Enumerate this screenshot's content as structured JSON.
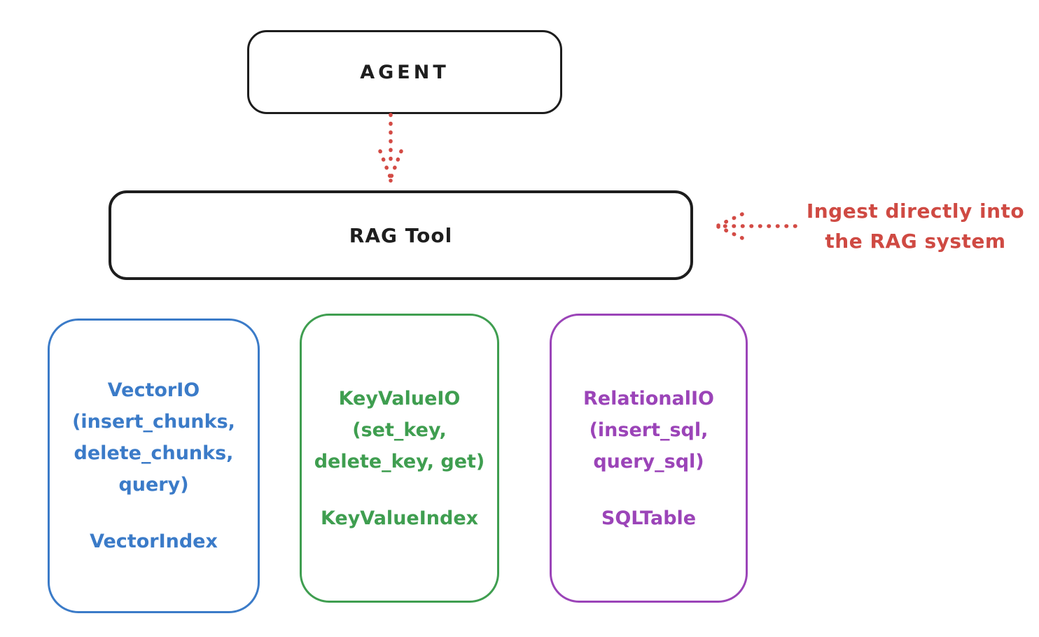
{
  "diagram": {
    "agent": {
      "label": "AGENT"
    },
    "rag_tool": {
      "label": "RAG Tool"
    },
    "annotation": {
      "lines": [
        "Ingest directly into",
        "the RAG system"
      ]
    },
    "io_boxes": [
      {
        "name": "VectorIO",
        "lines": [
          "VectorIO",
          "(insert_chunks,",
          "delete_chunks,",
          "query)"
        ],
        "index_label": "VectorIndex",
        "color": "#3b7bc8"
      },
      {
        "name": "KeyValueIO",
        "lines": [
          "KeyValueIO",
          "(set_key,",
          "delete_key, get)"
        ],
        "index_label": "KeyValueIndex",
        "color": "#3f9e50"
      },
      {
        "name": "RelationalIO",
        "lines": [
          "RelationalIO",
          "(insert_sql,",
          "query_sql)"
        ],
        "index_label": "SQLTable",
        "color": "#9b44b8"
      }
    ],
    "colors": {
      "stroke_black": "#1d1d1d",
      "accent_red": "#cf4a43",
      "blue": "#3b7bc8",
      "green": "#3f9e50",
      "purple": "#9b44b8",
      "background": "#ffffff"
    }
  }
}
